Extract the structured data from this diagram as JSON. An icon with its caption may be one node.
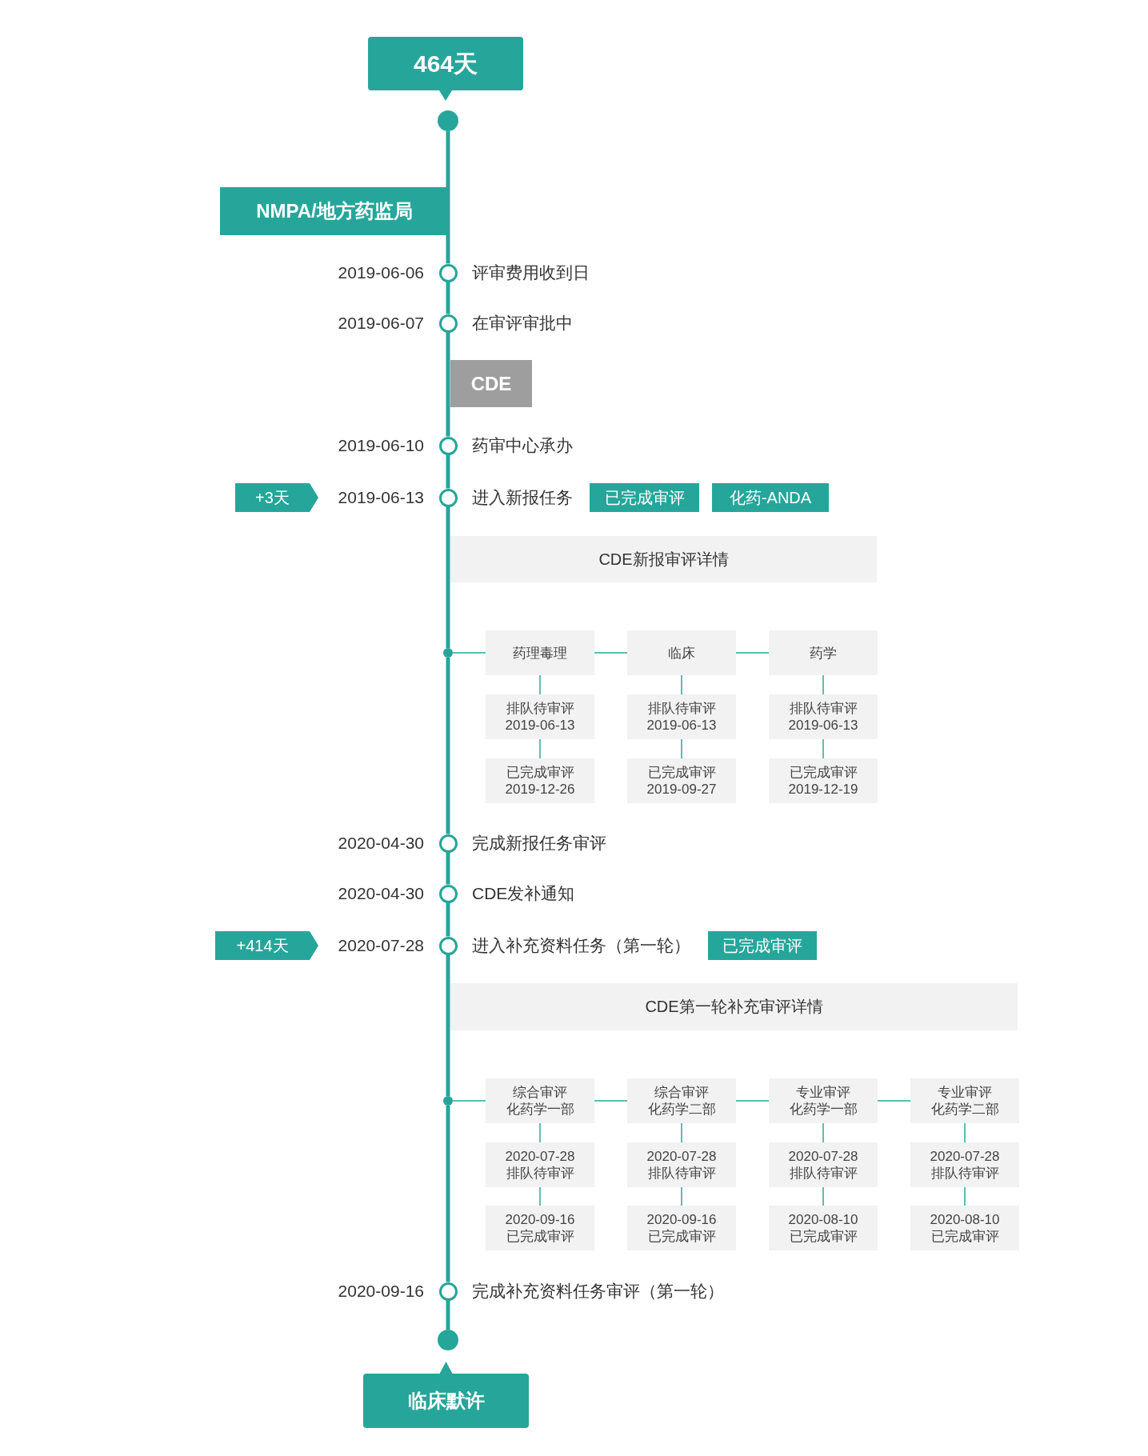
{
  "diagram": {
    "nodes": [
      {
        "text": [
          "464天"
        ]
      },
      {
        "text": [],
        "shape": "circle"
      },
      {
        "text": [
          "NMPA/地方药监局"
        ]
      },
      {
        "text": [],
        "shape": "circle",
        "beside": [
          "2019-06-06",
          "评审费用收到日"
        ]
      },
      {
        "text": [],
        "shape": "circle",
        "beside": [
          "2019-06-07",
          "在审评审批中"
        ]
      },
      {
        "text": [
          "CDE"
        ]
      },
      {
        "text": [],
        "shape": "circle",
        "beside": [
          "2019-06-10",
          "药审中心承办"
        ]
      },
      {
        "text": [
          "+3天"
        ]
      },
      {
        "text": [],
        "shape": "circle",
        "beside": [
          "2019-06-13",
          "进入新报任务"
        ]
      },
      {
        "text": [
          "已完成审评"
        ]
      },
      {
        "text": [
          "化药-ANDA"
        ]
      },
      {
        "text": [
          "CDE新报审评详情"
        ]
      },
      {
        "text": [],
        "shape": "circle"
      },
      {
        "text": [
          "药理毒理"
        ]
      },
      {
        "text": [
          "临床"
        ]
      },
      {
        "text": [
          "药学"
        ]
      },
      {
        "text": [
          "排队待审评 2019-06-13"
        ]
      },
      {
        "text": [
          "排队待审评 2019-06-13"
        ]
      },
      {
        "text": [
          "排队待审评 2019-06-13"
        ]
      },
      {
        "text": [
          "已完成审评 2019-12-26"
        ]
      },
      {
        "text": [
          "已完成审评 2019-09-27"
        ]
      },
      {
        "text": [
          "已完成审评 2019-12-19"
        ]
      },
      {
        "text": [],
        "shape": "circle",
        "beside": [
          "2020-04-30",
          "完成新报任务审评"
        ]
      },
      {
        "text": [],
        "shape": "circle",
        "beside": [
          "2020-04-30",
          "CDE发补通知"
        ]
      },
      {
        "text": [
          "+414天"
        ]
      },
      {
        "text": [],
        "shape": "circle",
        "beside": [
          "2020-07-28",
          "进入补充资料任务（第一轮）"
        ]
      },
      {
        "text": [
          "已完成审评"
        ]
      },
      {
        "text": [
          "CDE第一轮补充审评详情"
        ]
      },
      {
        "text": [],
        "shape": "circle"
      },
      {
        "text": [
          "综合审评",
          "化药学一部"
        ]
      },
      {
        "text": [
          "综合审评",
          "化药学二部"
        ]
      },
      {
        "text": [
          "专业审评",
          "化药学一部"
        ]
      },
      {
        "text": [
          "专业审评",
          "化药学二部"
        ]
      },
      {
        "text": [
          "2020-07-28 排队待审评"
        ]
      },
      {
        "text": [
          "2020-07-28 排队待审评"
        ]
      },
      {
        "text": [
          "2020-07-28 排队待审评"
        ]
      },
      {
        "text": [
          "2020-07-28 排队待审评"
        ]
      },
      {
        "text": [
          "2020-09-16 已完成审评"
        ]
      },
      {
        "text": [
          "2020-09-16 已完成审评"
        ]
      },
      {
        "text": [
          "2020-08-10 已完成审评"
        ]
      },
      {
        "text": [
          "2020-08-10 已完成审评"
        ]
      },
      {
        "text": [],
        "shape": "circle",
        "beside": [
          "2020-09-16",
          "完成补充资料任务审评（第一轮）"
        ]
      },
      {
        "text": [],
        "shape": "circle"
      },
      {
        "text": [
          "临床默许"
        ]
      }
    ],
    "edges": [
      {
        "from": 1,
        "to": 3,
        "arrow": "none",
        "style": "thick"
      },
      {
        "from": 3,
        "to": 4,
        "arrow": "none",
        "style": "thick"
      },
      {
        "from": 4,
        "to": 6,
        "arrow": "none",
        "style": "thick"
      },
      {
        "from": 6,
        "to": 8,
        "arrow": "none",
        "style": "thick"
      },
      {
        "from": 8,
        "to": 12,
        "arrow": "none",
        "style": "thick"
      },
      {
        "from": 12,
        "to": 22,
        "arrow": "none",
        "style": "thick"
      },
      {
        "from": 22,
        "to": 23,
        "arrow": "none",
        "style": "thick"
      },
      {
        "from": 23,
        "to": 25,
        "arrow": "none",
        "style": "thick"
      },
      {
        "from": 25,
        "to": 28,
        "arrow": "none",
        "style": "thick"
      },
      {
        "from": 28,
        "to": 41,
        "arrow": "none",
        "style": "thick"
      },
      {
        "from": 41,
        "to": 42,
        "arrow": "none",
        "style": "thick"
      },
      {
        "from": 12,
        "to": 13,
        "arrow": "none"
      },
      {
        "from": 13,
        "to": 14,
        "arrow": "none"
      },
      {
        "from": 14,
        "to": 15,
        "arrow": "none"
      },
      {
        "from": 13,
        "to": 16,
        "arrow": "none"
      },
      {
        "from": 16,
        "to": 19,
        "arrow": "none"
      },
      {
        "from": 14,
        "to": 17,
        "arrow": "none"
      },
      {
        "from": 17,
        "to": 20,
        "arrow": "none"
      },
      {
        "from": 15,
        "to": 18,
        "arrow": "none"
      },
      {
        "from": 18,
        "to": 21,
        "arrow": "none"
      },
      {
        "from": 28,
        "to": 29,
        "arrow": "none"
      },
      {
        "from": 29,
        "to": 30,
        "arrow": "none"
      },
      {
        "from": 30,
        "to": 31,
        "arrow": "none"
      },
      {
        "from": 31,
        "to": 32,
        "arrow": "none"
      },
      {
        "from": 29,
        "to": 33,
        "arrow": "none"
      },
      {
        "from": 33,
        "to": 37,
        "arrow": "none"
      },
      {
        "from": 30,
        "to": 34,
        "arrow": "none"
      },
      {
        "from": 34,
        "to": 38,
        "arrow": "none"
      },
      {
        "from": 31,
        "to": 35,
        "arrow": "none"
      },
      {
        "from": 35,
        "to": 39,
        "arrow": "none"
      },
      {
        "from": 32,
        "to": 36,
        "arrow": "none"
      },
      {
        "from": 36,
        "to": 40,
        "arrow": "none"
      }
    ]
  }
}
